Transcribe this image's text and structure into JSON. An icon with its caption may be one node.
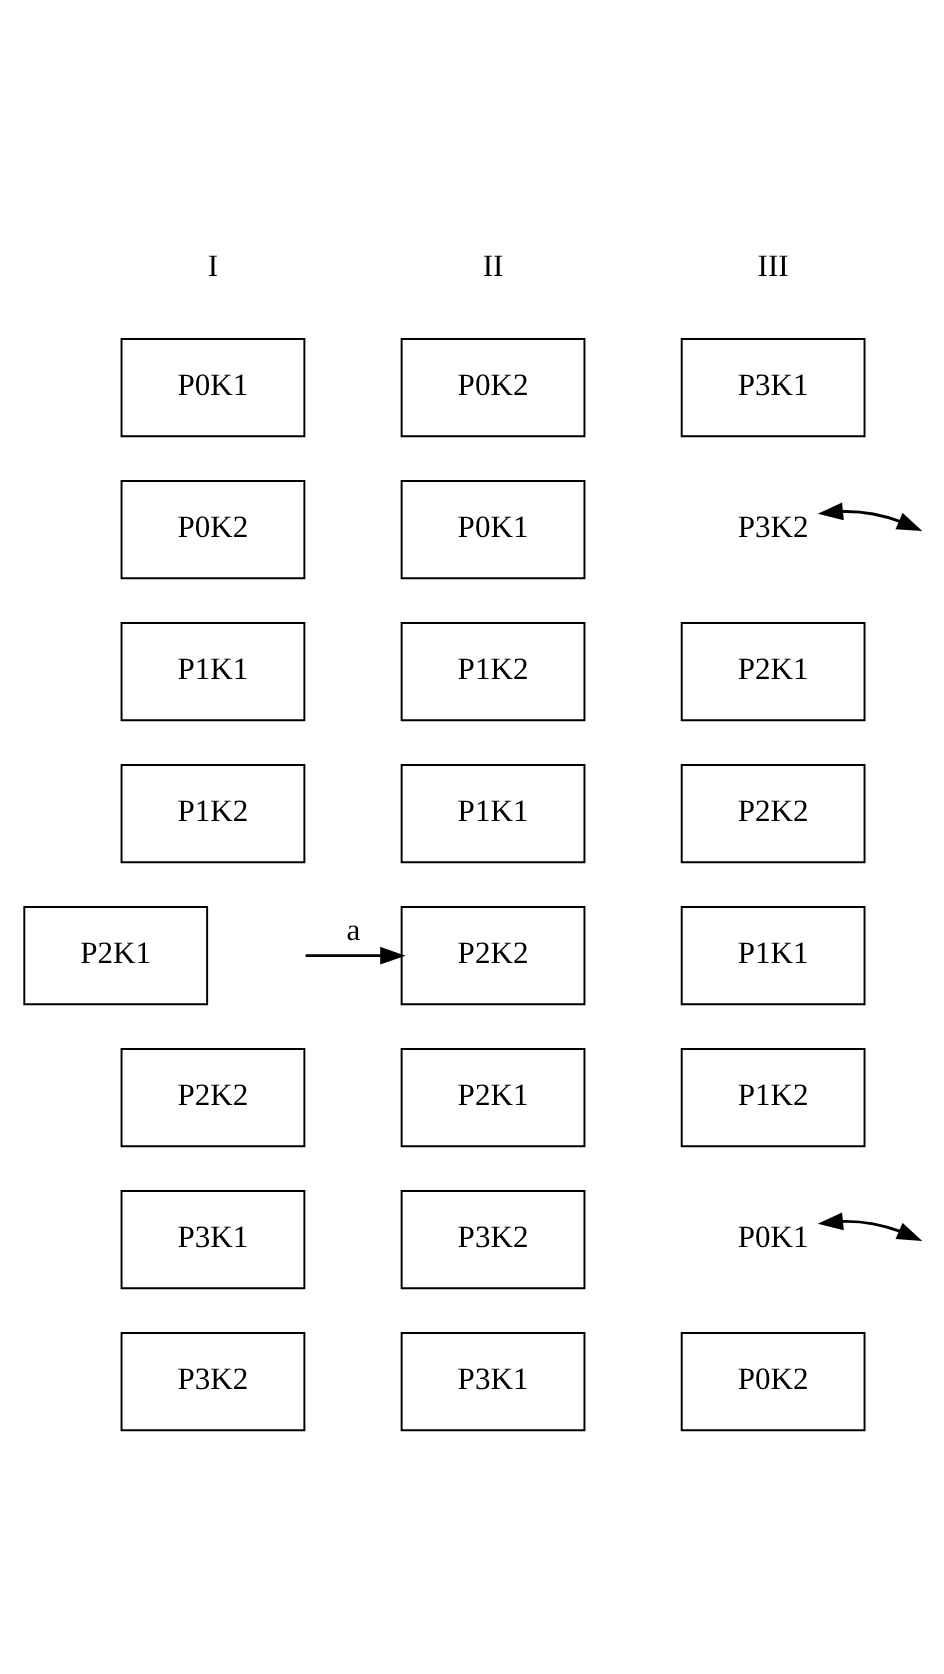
{
  "diagram": {
    "nodes": [
      {
        "text": [
          "P0K1"
        ]
      },
      {
        "text": [
          "P0K2"
        ]
      },
      {
        "text": [
          "P1K1"
        ]
      },
      {
        "text": [
          "P1K2"
        ]
      },
      {
        "text": [
          "P2K1"
        ]
      },
      {
        "text": [
          "P2K2"
        ]
      },
      {
        "text": [
          "P3K1"
        ]
      },
      {
        "text": [
          "P3K2"
        ]
      },
      {
        "text": [
          "P0K2"
        ]
      },
      {
        "text": [
          "P0K1"
        ]
      },
      {
        "text": [
          "P1K2"
        ]
      },
      {
        "text": [
          "P1K1"
        ]
      },
      {
        "text": [
          "P2K2"
        ]
      },
      {
        "text": [
          "P2K1"
        ]
      },
      {
        "text": [
          "P3K2"
        ]
      },
      {
        "text": [
          "P3K1"
        ]
      },
      {
        "text": [
          "P3K1"
        ]
      },
      {
        "text": [
          "P3K2"
        ]
      },
      {
        "text": [
          "P2K1"
        ]
      },
      {
        "text": [
          "P2K2"
        ]
      },
      {
        "text": [
          "P1K1"
        ]
      },
      {
        "text": [
          "P1K2"
        ]
      },
      {
        "text": [
          "P0K1"
        ]
      },
      {
        "text": [
          "P0K2"
        ]
      }
    ],
    "edges": [
      {
        "from": null,
        "to": 12,
        "arrow": "to",
        "label": "a"
      },
      {
        "from": null,
        "to": 17,
        "arrow": "both"
      },
      {
        "from": null,
        "to": 22,
        "arrow": "both"
      }
    ],
    "labels": [
      "I",
      "II",
      "III"
    ]
  }
}
